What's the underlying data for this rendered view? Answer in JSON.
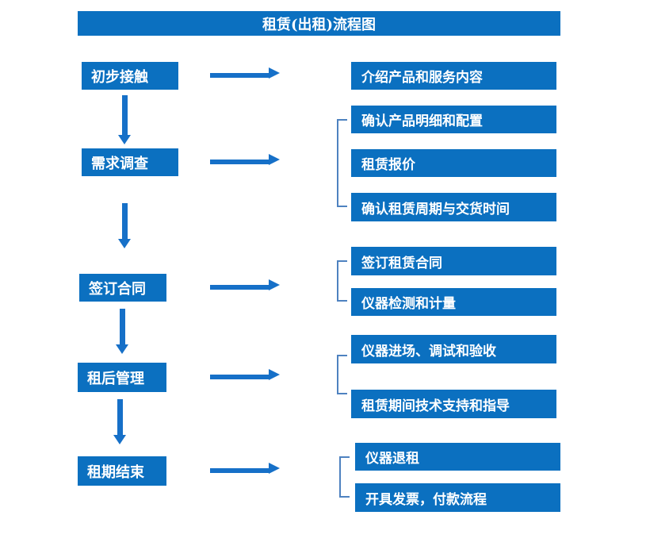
{
  "title": "租赁(出租)流程图",
  "colors": {
    "box_blue": "#0b70c0",
    "arrow_blue": "#1670c8",
    "bracket_blue": "#4e82c0",
    "text_white": "#ffffff",
    "background": "#ffffff"
  },
  "steps": [
    {
      "label": "初步接触",
      "details": [
        "介绍产品和服务内容"
      ]
    },
    {
      "label": "需求调查",
      "details": [
        "确认产品明细和配置",
        "租赁报价",
        "确认租赁周期与交货时间"
      ]
    },
    {
      "label": "签订合同",
      "details": [
        "签订租赁合同",
        "仪器检测和计量"
      ]
    },
    {
      "label": "租后管理",
      "details": [
        "仪器进场、调试和验收",
        "租赁期间技术支持和指导"
      ]
    },
    {
      "label": "租期结束",
      "details": [
        "仪器退租",
        "开具发票，付款流程"
      ]
    }
  ]
}
